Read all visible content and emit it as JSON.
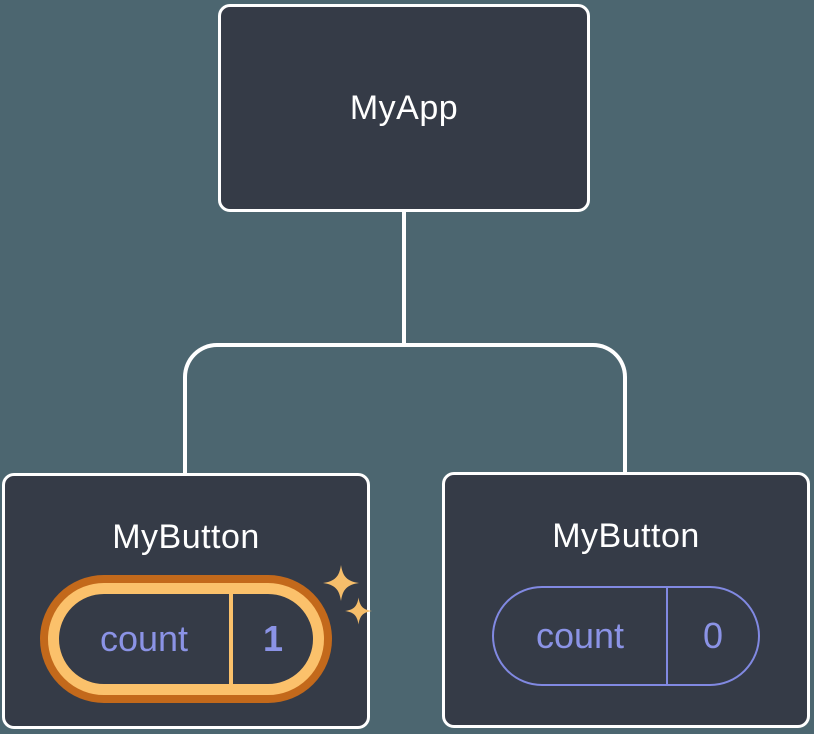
{
  "tree": {
    "root": {
      "label": "MyApp"
    },
    "children": [
      {
        "label": "MyButton",
        "state": {
          "key": "count",
          "value": "1"
        },
        "highlighted": true
      },
      {
        "label": "MyButton",
        "state": {
          "key": "count",
          "value": "0"
        },
        "highlighted": false
      }
    ]
  },
  "icons": {
    "sparkles": "four-point-star"
  },
  "colors": {
    "background": "#4C6670",
    "node_fill": "#353B47",
    "node_border": "#FFFFFF",
    "connector": "#FFFFFF",
    "state_text": "#8B93E6",
    "pill_border_idle": "#8189E2",
    "highlight_ring_outer": "#C3691B",
    "highlight_ring_inner": "#FBC16B",
    "sparkle": "#F6BE6B"
  }
}
